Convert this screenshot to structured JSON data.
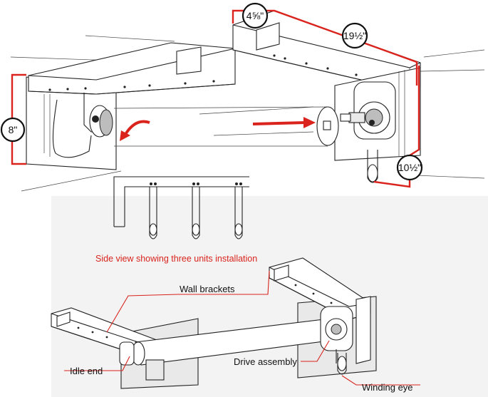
{
  "dimensions": {
    "height_left": "8\"",
    "depth_top": "4⅝\"",
    "width_top": "19½\"",
    "height_right": "10½\""
  },
  "caption": "Side view showing three units installation",
  "callouts": {
    "wall_brackets": "Wall brackets",
    "idle_end": "Idle end",
    "drive_assembly": "Drive  assembly",
    "winding_eye": "Winding eye"
  },
  "colors": {
    "accent_red": "#d9231c",
    "line": "#222222",
    "panel_background": "#f3f3f3"
  }
}
